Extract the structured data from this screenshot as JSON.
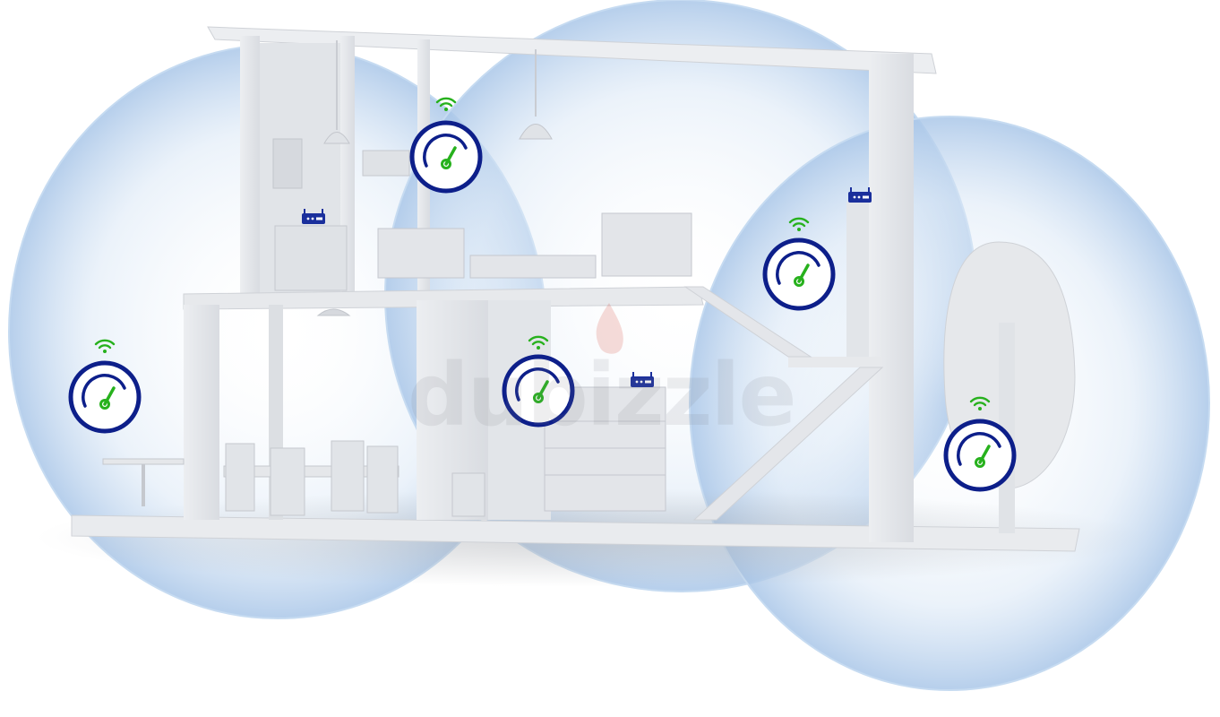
{
  "watermark": {
    "text": "dubizzle"
  },
  "colors": {
    "coverage_bubble": "#bcd6f0",
    "gauge_ring": "#0d1f8a",
    "gauge_needle": "#27b11d",
    "wifi_signal": "#27b11d",
    "router": "#1a2f9c",
    "house": "#e4e6ea",
    "house_shadow": "#c9ccd2"
  },
  "icons": {
    "speed_gauge": "speedometer-icon",
    "wifi": "wifi-signal-icon",
    "router": "router-icon"
  },
  "gauges": [
    {
      "id": "upper-floor",
      "signal": "strong"
    },
    {
      "id": "upper-right",
      "signal": "strong"
    },
    {
      "id": "outdoor-left",
      "signal": "strong"
    },
    {
      "id": "ground-center",
      "signal": "strong"
    },
    {
      "id": "garden-tree",
      "signal": "strong"
    }
  ],
  "routers": [
    {
      "id": "upper-floor-router"
    },
    {
      "id": "column-router"
    },
    {
      "id": "dresser-router"
    }
  ]
}
